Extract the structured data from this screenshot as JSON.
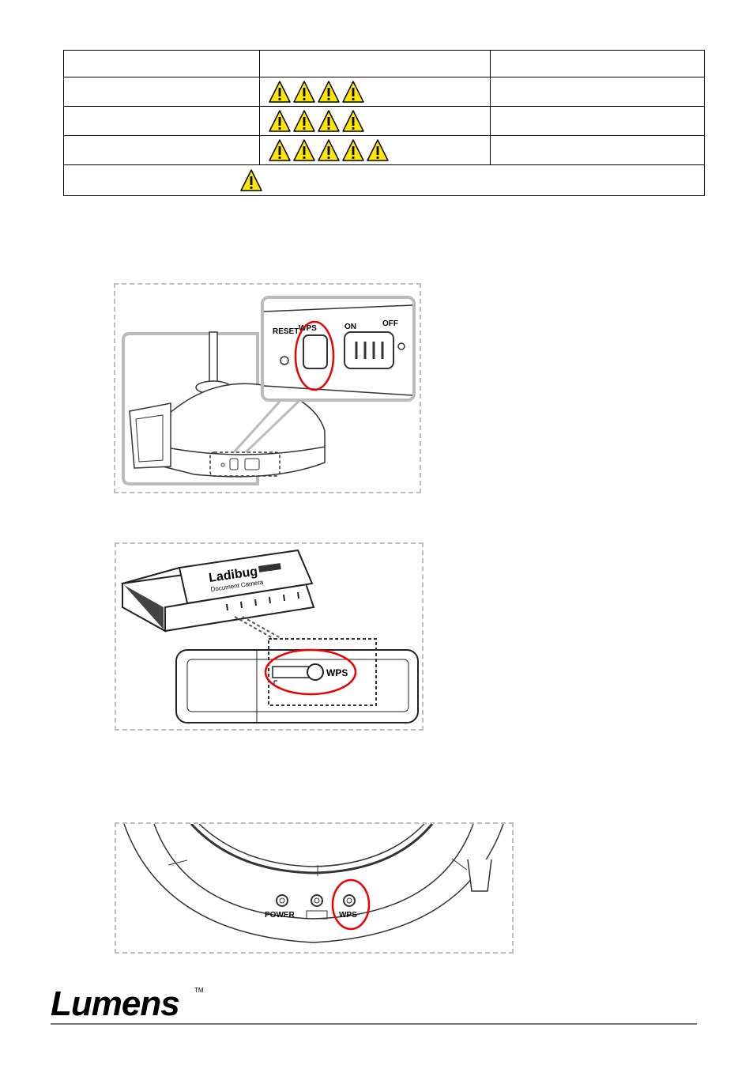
{
  "table": {
    "rows": [
      {
        "icons": 0
      },
      {
        "icons": 4
      },
      {
        "icons": 4
      },
      {
        "icons": 5
      }
    ],
    "note_icons": 1
  },
  "figure1": {
    "reset_label": "RESET",
    "wps_label": "WPS",
    "on_label": "ON",
    "off_label": "OFF"
  },
  "figure2": {
    "brand_text": "Ladibug",
    "sub_text": "Document Camera",
    "wps_label": "WPS"
  },
  "figure3": {
    "power_label": "POWER",
    "wps_label": "WPS"
  },
  "footer": {
    "logo": "Lumens",
    "tm": "TM"
  }
}
